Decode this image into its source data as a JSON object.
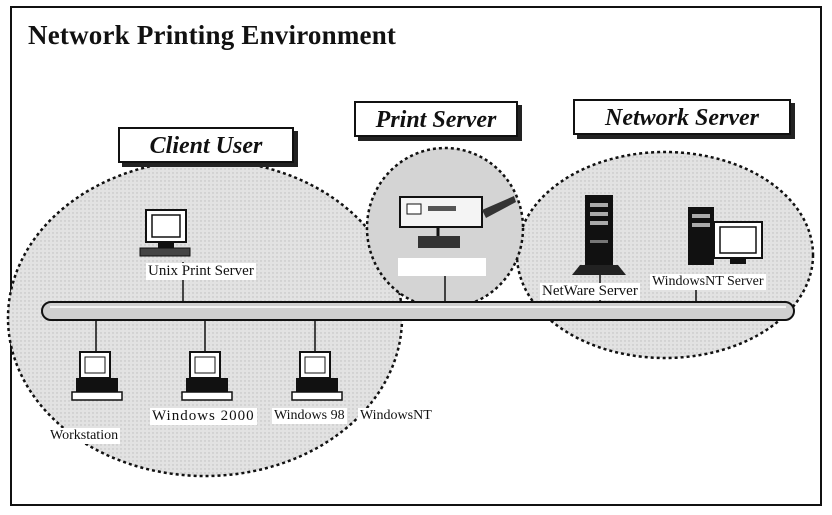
{
  "title": "Network Printing Environment",
  "zones": {
    "client_user": "Client User",
    "print_server": "Print Server",
    "network_server": "Network Server"
  },
  "devices": {
    "unix_print_server": "Unix Print Server",
    "netware_server": "NetWare Server",
    "windows_nt_server": "WindowsNT Server",
    "workstation": "Workstation",
    "windows_2000": "Windows 2000",
    "windows_98": "Windows 98",
    "windows_nt": "WindowsNT"
  }
}
